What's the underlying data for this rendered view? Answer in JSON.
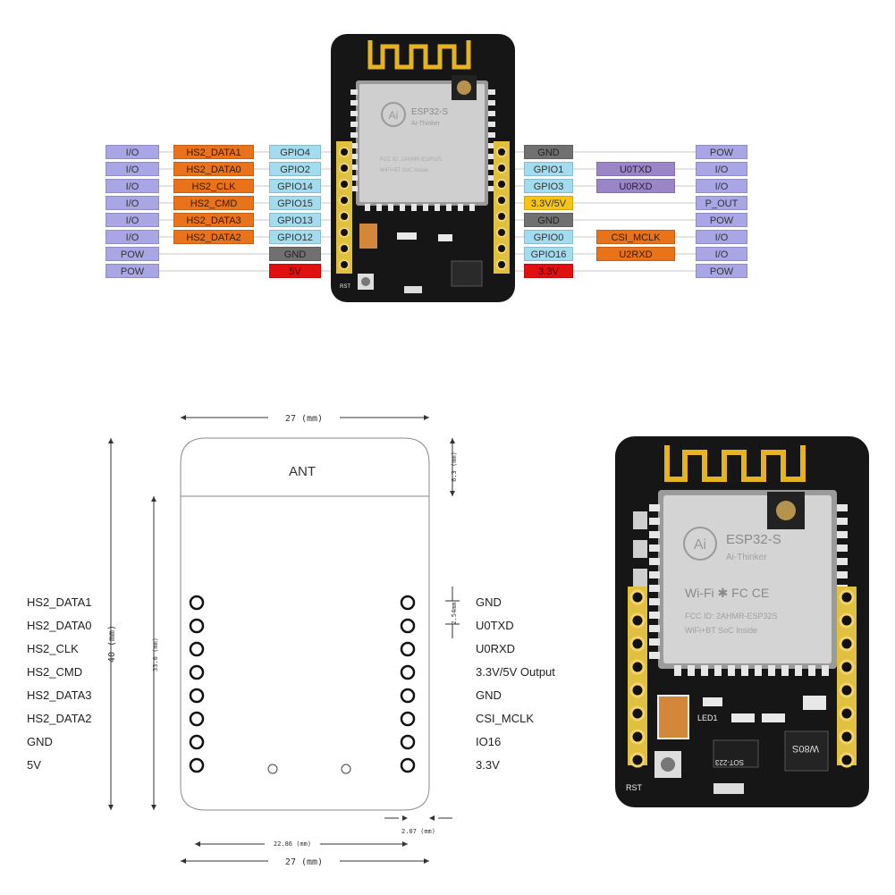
{
  "top_pinout": {
    "left_col1": [
      "I/O",
      "I/O",
      "I/O",
      "I/O",
      "I/O",
      "I/O",
      "POW",
      "POW"
    ],
    "left_col2": [
      "HS2_DATA1",
      "HS2_DATA0",
      "HS2_CLK",
      "HS2_CMD",
      "HS2_DATA3",
      "HS2_DATA2"
    ],
    "left_col3": [
      "GPIO4",
      "GPIO2",
      "GPIO14",
      "GPIO15",
      "GPIO13",
      "GPIO12",
      "GND",
      "5V"
    ],
    "right_col1": [
      "GND",
      "GPIO1",
      "GPIO3",
      "3.3V/5V",
      "GND",
      "GPIO0",
      "GPIO16",
      "3.3V"
    ],
    "right_col2": [
      {
        "row": 1,
        "text": "U0TXD"
      },
      {
        "row": 2,
        "text": "U0RXD"
      },
      {
        "row": 5,
        "text": "CSI_MCLK"
      },
      {
        "row": 6,
        "text": "U2RXD"
      }
    ],
    "right_col3": [
      "POW",
      "I/O",
      "I/O",
      "P_OUT",
      "POW",
      "I/O",
      "I/O",
      "POW"
    ]
  },
  "board_silk": {
    "chip_name": "ESP32-S",
    "brand": "Ai-Thinker",
    "fcc": "FCC ID: 2AHMR-ESP32S",
    "wifi_bt": "WiFi+BT SoC Inside",
    "led": "LED1",
    "rst": "RST",
    "sot": "SOT-223",
    "ic": "W80S"
  },
  "drawing": {
    "ant": "ANT",
    "width_top": "27 (mm)",
    "height_total": "40 (mm)",
    "height_inner": "33.0 (mm)",
    "ant_height": "6.3 (mm)",
    "pitch": "2.54mm",
    "pin_span": "22.86 (mm)",
    "edge_offset": "2.07 (mm)",
    "width_bottom": "27 (mm)",
    "left_labels": [
      "HS2_DATA1",
      "HS2_DATA0",
      "HS2_CLK",
      "HS2_CMD",
      "HS2_DATA3",
      "HS2_DATA2",
      "GND",
      "5V"
    ],
    "right_labels": [
      "GND",
      "U0TXD",
      "U0RXD",
      "3.3V/5V Output",
      "GND",
      "CSI_MCLK",
      "IO16",
      "3.3V"
    ]
  }
}
